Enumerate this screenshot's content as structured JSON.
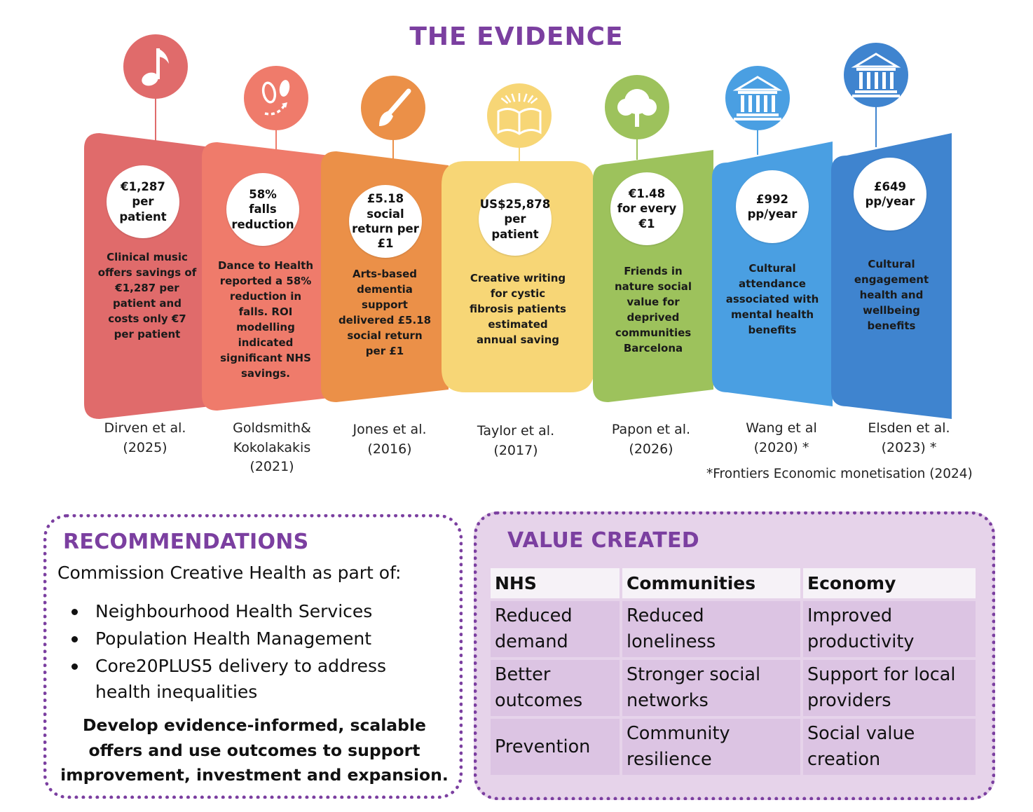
{
  "title": "THE EVIDENCE",
  "evidence": [
    {
      "icon": "music-note-icon",
      "color": "#e06b6b",
      "stat": "€1,287\nper\npatient",
      "description": "Clinical music\noffers savings of\n€1,287 per\npatient and\ncosts only €7\nper patient",
      "citation": "Dirven et al.\n(2025)"
    },
    {
      "icon": "footsteps-icon",
      "color": "#ef7b6b",
      "stat": "58%\nfalls\nreduction",
      "description": "Dance to Health\nreported a 58%\nreduction in\nfalls. ROI\nmodelling\nindicated\nsignificant NHS\nsavings.",
      "citation": "Goldsmith&\nKokolakakis\n(2021)"
    },
    {
      "icon": "paintbrush-icon",
      "color": "#eb9048",
      "stat": "£5.18\nsocial\nreturn per\n£1",
      "description": "Arts-based\ndementia\nsupport\ndelivered £5.18\nsocial return\nper £1",
      "citation": "Jones et al.\n(2016)"
    },
    {
      "icon": "open-book-icon",
      "color": "#f7d676",
      "stat": "US$25,878\nper\npatient",
      "description": "Creative writing\nfor cystic\nfibrosis patients\nestimated\nannual saving",
      "citation": "Taylor et al.\n(2017)"
    },
    {
      "icon": "tree-icon",
      "color": "#9dc25c",
      "stat": "€1.48\nfor every\n€1",
      "description": "Friends in\nnature social\nvalue for\ndeprived\ncommunities\nBarcelona",
      "citation": "Papon et al.\n(2026)"
    },
    {
      "icon": "museum-icon",
      "color": "#4a9fe2",
      "stat": "£992\npp/year",
      "description": "Cultural\nattendance\nassociated with\nmental health\nbenefits",
      "citation": "Wang et al\n(2020) *"
    },
    {
      "icon": "museum-icon",
      "color": "#3f84cf",
      "stat": "£649\npp/year",
      "description": "Cultural\nengagement\nhealth and\nwellbeing\nbenefits",
      "citation": "Elsden et al.\n(2023) *"
    }
  ],
  "footnote": "*Frontiers Economic monetisation (2024)",
  "recommendations": {
    "heading": "RECOMMENDATIONS",
    "intro": "Commission Creative Health as part of:",
    "items": [
      "Neighbourhood Health Services",
      "Population Health Management",
      "Core20PLUS5 delivery to address health inequalities"
    ],
    "closing": "Develop evidence-informed, scalable\noffers and use outcomes to support\nimprovement, investment and expansion."
  },
  "value_created": {
    "heading": "VALUE CREATED",
    "columns": [
      "NHS",
      "Communities",
      "Economy"
    ],
    "rows": [
      [
        "Reduced\ndemand",
        "Reduced\nloneliness",
        "Improved\nproductivity"
      ],
      [
        "Better\noutcomes",
        "Stronger social\nnetworks",
        "Support for local\nproviders"
      ],
      [
        "Prevention",
        "Community\nresilience",
        "Social value\ncreation"
      ]
    ]
  }
}
